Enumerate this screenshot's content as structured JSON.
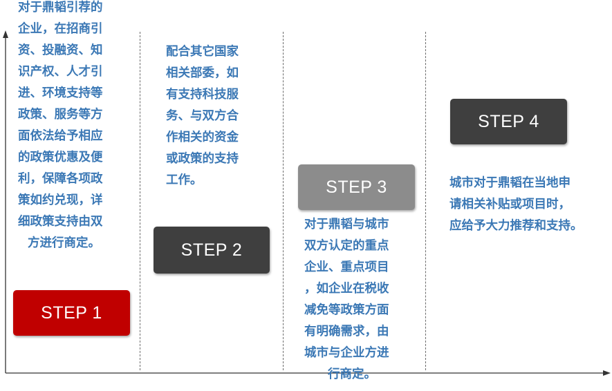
{
  "colors": {
    "text_blue": "#3b78b5",
    "step1": "#c00000",
    "step2": "#3f3f3f",
    "step3": "#8c8c8c",
    "step4": "#3f3f3f",
    "axis": "#333333"
  },
  "steps": [
    {
      "label": "STEP 1",
      "lines": [
        "对于鼎韬引荐的",
        "企业，在招商引",
        "资、投融资、知",
        "识产权、人才引",
        "进、环境支持等",
        "政策、服务等方",
        "面依法给予相应",
        "的政策优惠及便",
        "利，保障各项政",
        "策如约兑现，详",
        "细政策支持由双",
        "方进行商定。"
      ]
    },
    {
      "label": "STEP 2",
      "lines": [
        "配合其它国家",
        "相关部委，如",
        "有支持科技服",
        "务、与双方合",
        "作相关的资金",
        "或政策的支持",
        "工作。"
      ]
    },
    {
      "label": "STEP 3",
      "lines": [
        "对于鼎韬与城市",
        "双方认定的重点",
        "企业、重点项目",
        "，如企业在税收",
        "减免等政策方面",
        "有明确需求，由",
        "城市与企业方进",
        "行商定。"
      ]
    },
    {
      "label": "STEP 4",
      "lines": [
        "城市对于鼎韬在当地申",
        "请相关补贴或项目时，",
        "应给予大力推荐和支持。"
      ]
    }
  ]
}
